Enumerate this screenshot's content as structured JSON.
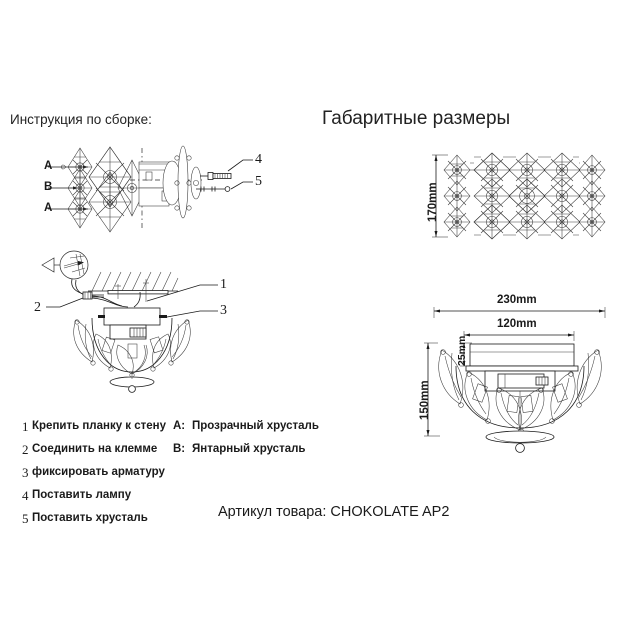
{
  "sheet": {
    "background": "#ffffff",
    "ink": "#1a1a1a"
  },
  "headings": {
    "assembly_title": "Инструкция по сборке:",
    "dimensions_title": "Габаритные размеры"
  },
  "assembly_callouts": {
    "crystal_labels": [
      "A",
      "B",
      "A"
    ],
    "part_numbers_top": [
      "4",
      "5"
    ],
    "part_numbers_mount": [
      "1",
      "2",
      "3"
    ]
  },
  "steps": [
    {
      "num": "1",
      "text": "Крепить планку к стену"
    },
    {
      "num": "2",
      "text": "Соединить на клемме"
    },
    {
      "num": "3",
      "text": "фиксировать арматуру"
    },
    {
      "num": "4",
      "text": "Поставить лампу"
    },
    {
      "num": "5",
      "text": "Поставить хрусталь"
    }
  ],
  "legend": [
    {
      "key": "A:",
      "text": "Прозрачный хрусталь"
    },
    {
      "key": "B:",
      "text": "Янтарный хрусталь"
    }
  ],
  "article": {
    "label": "Артикул товара:",
    "code": "CHOKOLATE  AP2",
    "full": "Артикул товара: CHOKOLATE  AP2"
  },
  "dimensions": {
    "front_height": "170mm",
    "side_width": "230mm",
    "plate_width": "120mm",
    "plate_height": "25mm",
    "side_height": "150mm"
  },
  "icons": {
    "detail_magnifier": "magnifier-circle-icon",
    "view_arrow": "view-direction-arrow-icon",
    "wall_hatch": "wall-hatch-icon",
    "screw": "screw-icon",
    "bulb_pin": "bulb-pin-icon"
  }
}
